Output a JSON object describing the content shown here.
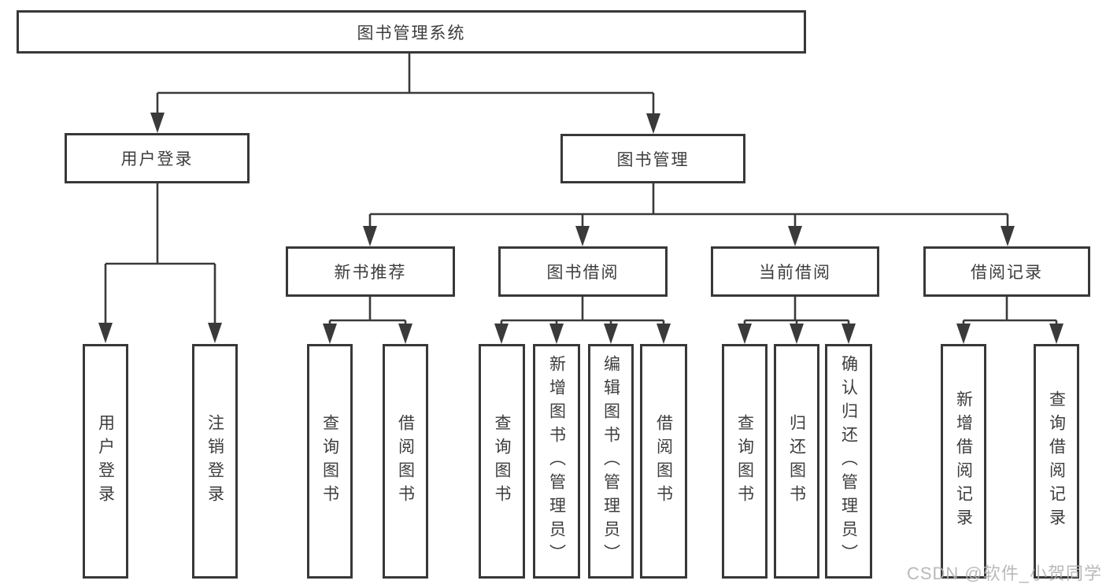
{
  "tree": {
    "root": {
      "label": "图书管理系统",
      "children": [
        {
          "label": "用户登录",
          "children": [
            {
              "label": "用户登录"
            },
            {
              "label": "注销登录"
            }
          ]
        },
        {
          "label": "图书管理",
          "children": [
            {
              "label": "新书推荐",
              "children": [
                {
                  "label": "查询图书"
                },
                {
                  "label": "借阅图书"
                }
              ]
            },
            {
              "label": "图书借阅",
              "children": [
                {
                  "label": "查询图书"
                },
                {
                  "label": "新增图书（管理员）"
                },
                {
                  "label": "编辑图书（管理员）"
                },
                {
                  "label": "借阅图书"
                }
              ]
            },
            {
              "label": "当前借阅",
              "children": [
                {
                  "label": "查询图书"
                },
                {
                  "label": "归还图书"
                },
                {
                  "label": "确认归还（管理员）"
                }
              ]
            },
            {
              "label": "借阅记录",
              "children": [
                {
                  "label": "新增借阅记录"
                },
                {
                  "label": "查询借阅记录"
                }
              ]
            }
          ]
        }
      ]
    }
  },
  "watermark": "CSDN @软件_小贺同学",
  "colors": {
    "line": "#3a3a3a",
    "border": "#383838",
    "text": "#3d3d3d",
    "watermark": "#b2b2b2",
    "background": "#ffffff"
  }
}
